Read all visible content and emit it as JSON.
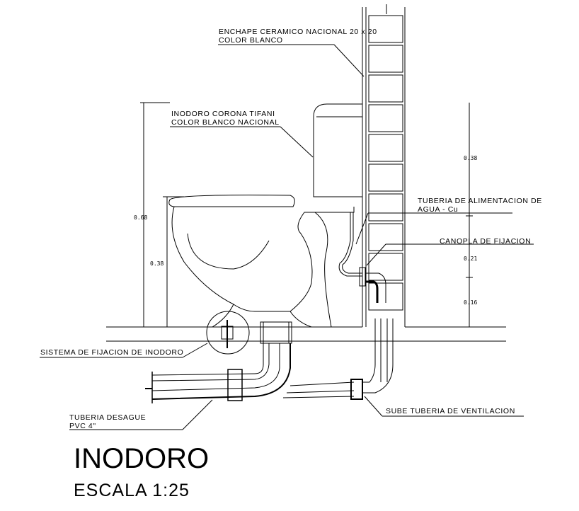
{
  "title": "INODORO",
  "scale": "ESCALA 1:25",
  "labels": {
    "enchape_1": "ENCHAPE CERAMICO NACIONAL 20 x 20",
    "enchape_2": "COLOR BLANCO",
    "inodoro_1": "INODORO CORONA TIFANI",
    "inodoro_2": "COLOR BLANCO NACIONAL",
    "tuberia_agua_1": "TUBERIA DE ALIMENTACION DE",
    "tuberia_agua_2": "AGUA - Cu",
    "canopla": "CANOPLA DE FIJACION",
    "sistema": "SISTEMA DE FIJACION DE INODORO",
    "desague_1": "TUBERIA DESAGUE",
    "desague_2": "PVC 4\"",
    "ventilacion": "SUBE TUBERIA DE VENTILACION"
  },
  "dimensions": {
    "left_total": "0.68",
    "left_bowl": "0.38",
    "right_top": "0.38",
    "right_mid": "0.21",
    "right_bottom": "0.16"
  }
}
